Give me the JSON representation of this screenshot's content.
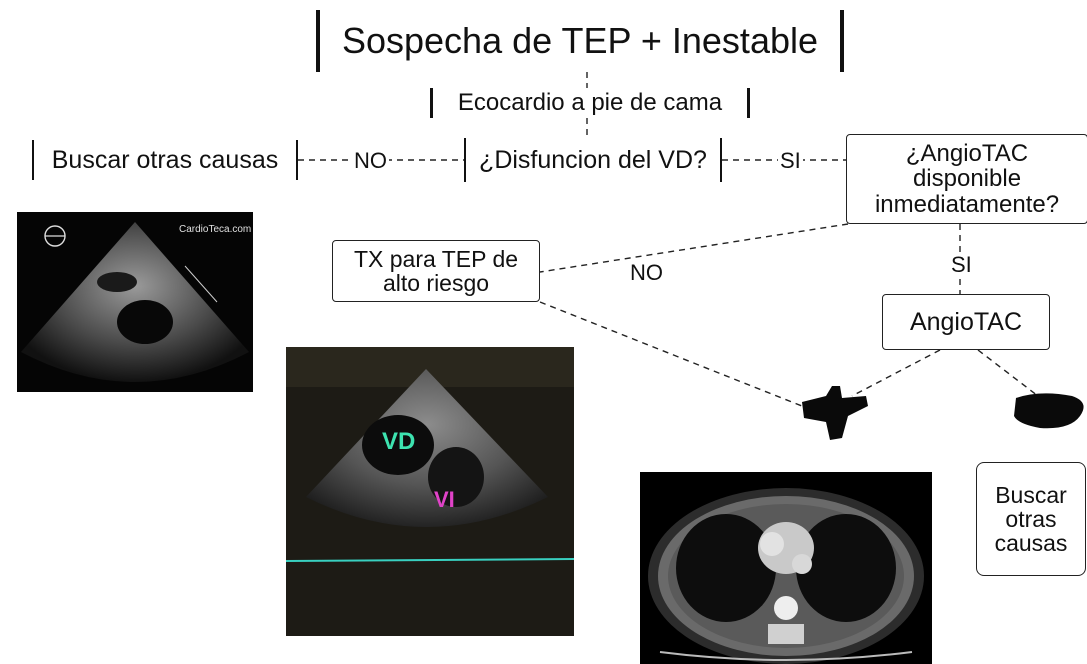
{
  "nodes": {
    "suspicion": "Sospecha de TEP + Inestable",
    "echo": "Ecocardio a pie de cama",
    "rv_dysfunction": "¿Disfuncion del VD?",
    "other_causes_left": "Buscar otras causas",
    "angiotac_available": "¿AngioTAC disponible inmediatamente?",
    "treatment": "TX para TEP de alto riesgo",
    "angiotac": "AngioTAC",
    "other_causes_right": "Buscar otras causas"
  },
  "edges": {
    "no_left": "NO",
    "si_right": "SI",
    "no_treatment": "NO",
    "si_down": "SI"
  },
  "images": {
    "echo_small_watermark": "CardioTeca.com",
    "echo_large_vd": "VD",
    "echo_large_vi": "VI"
  },
  "colors": {
    "vd_label": "#3de3b0",
    "vi_label": "#e043c8"
  }
}
